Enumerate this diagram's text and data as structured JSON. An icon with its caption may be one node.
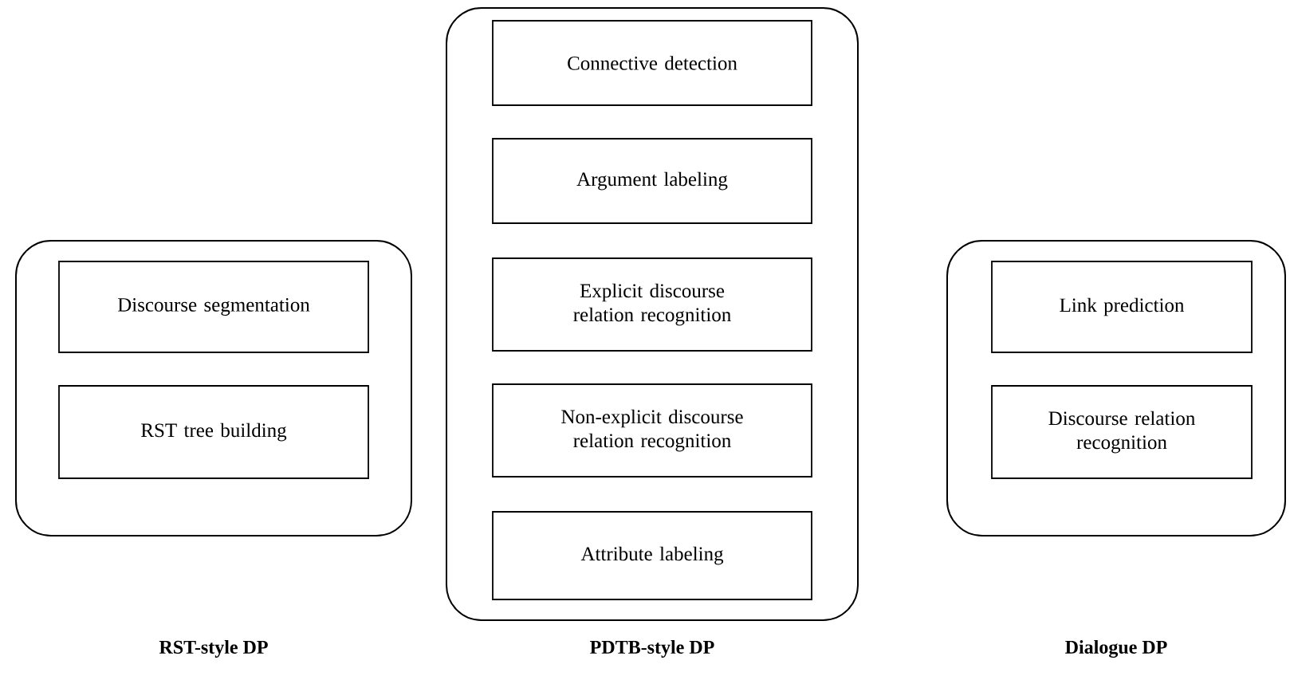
{
  "diagram": {
    "nodes": [
      {
        "text": [],
        "shape": "box"
      },
      {
        "text": [
          "Discourse segmentation"
        ],
        "in": 0
      },
      {
        "text": [
          "RST tree building"
        ],
        "in": 0
      },
      {
        "text": [],
        "shape": "box"
      },
      {
        "text": [
          "Connective detection"
        ],
        "in": 3
      },
      {
        "text": [
          "Argument labeling"
        ],
        "in": 3
      },
      {
        "text": [
          "Explicit discourse relation recognition"
        ],
        "in": 3
      },
      {
        "text": [
          "Non-explicit discourse relation recognition"
        ],
        "in": 3
      },
      {
        "text": [
          "Attribute labeling"
        ],
        "in": 3
      },
      {
        "text": [],
        "shape": "box"
      },
      {
        "text": [
          "Link prediction"
        ],
        "in": 9
      },
      {
        "text": [
          "Discourse relation recognition"
        ],
        "in": 9
      }
    ],
    "labels": [
      "RST-style DP",
      "PDTB-style DP",
      "Dialogue DP"
    ]
  }
}
